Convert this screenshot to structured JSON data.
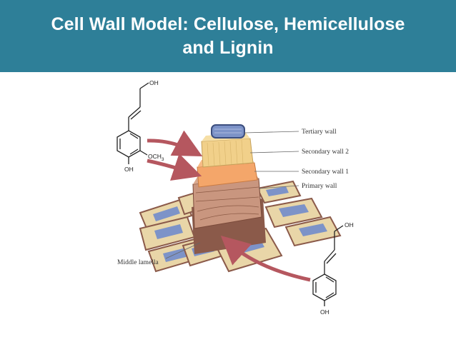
{
  "slide": {
    "title_line1": "Cell Wall Model: Cellulose, Hemicellulose",
    "title_line2": "and Lignin"
  },
  "diagram": {
    "labels": {
      "tertiary": "Tertiary wall",
      "secondary2": "Secondary wall 2",
      "secondary1": "Secondary wall 1",
      "primary": "Primary wall",
      "middle_lamella": "Middle lamella"
    },
    "molecule_left": {
      "oh_top": "OH",
      "och3": "OCH",
      "och3_sub": "3",
      "oh_bottom": "OH"
    },
    "molecule_right": {
      "oh_top": "OH",
      "oh_bottom": "OH"
    }
  },
  "colors": {
    "title_bar": "#2e7f98",
    "arrow": "#b5575f",
    "tertiary_cap": "#7d93c8",
    "secondary2": "#f1d08a",
    "secondary1": "#f4a66a",
    "primary": "#c9967f",
    "middle_lamella": "#8b5a4a"
  }
}
